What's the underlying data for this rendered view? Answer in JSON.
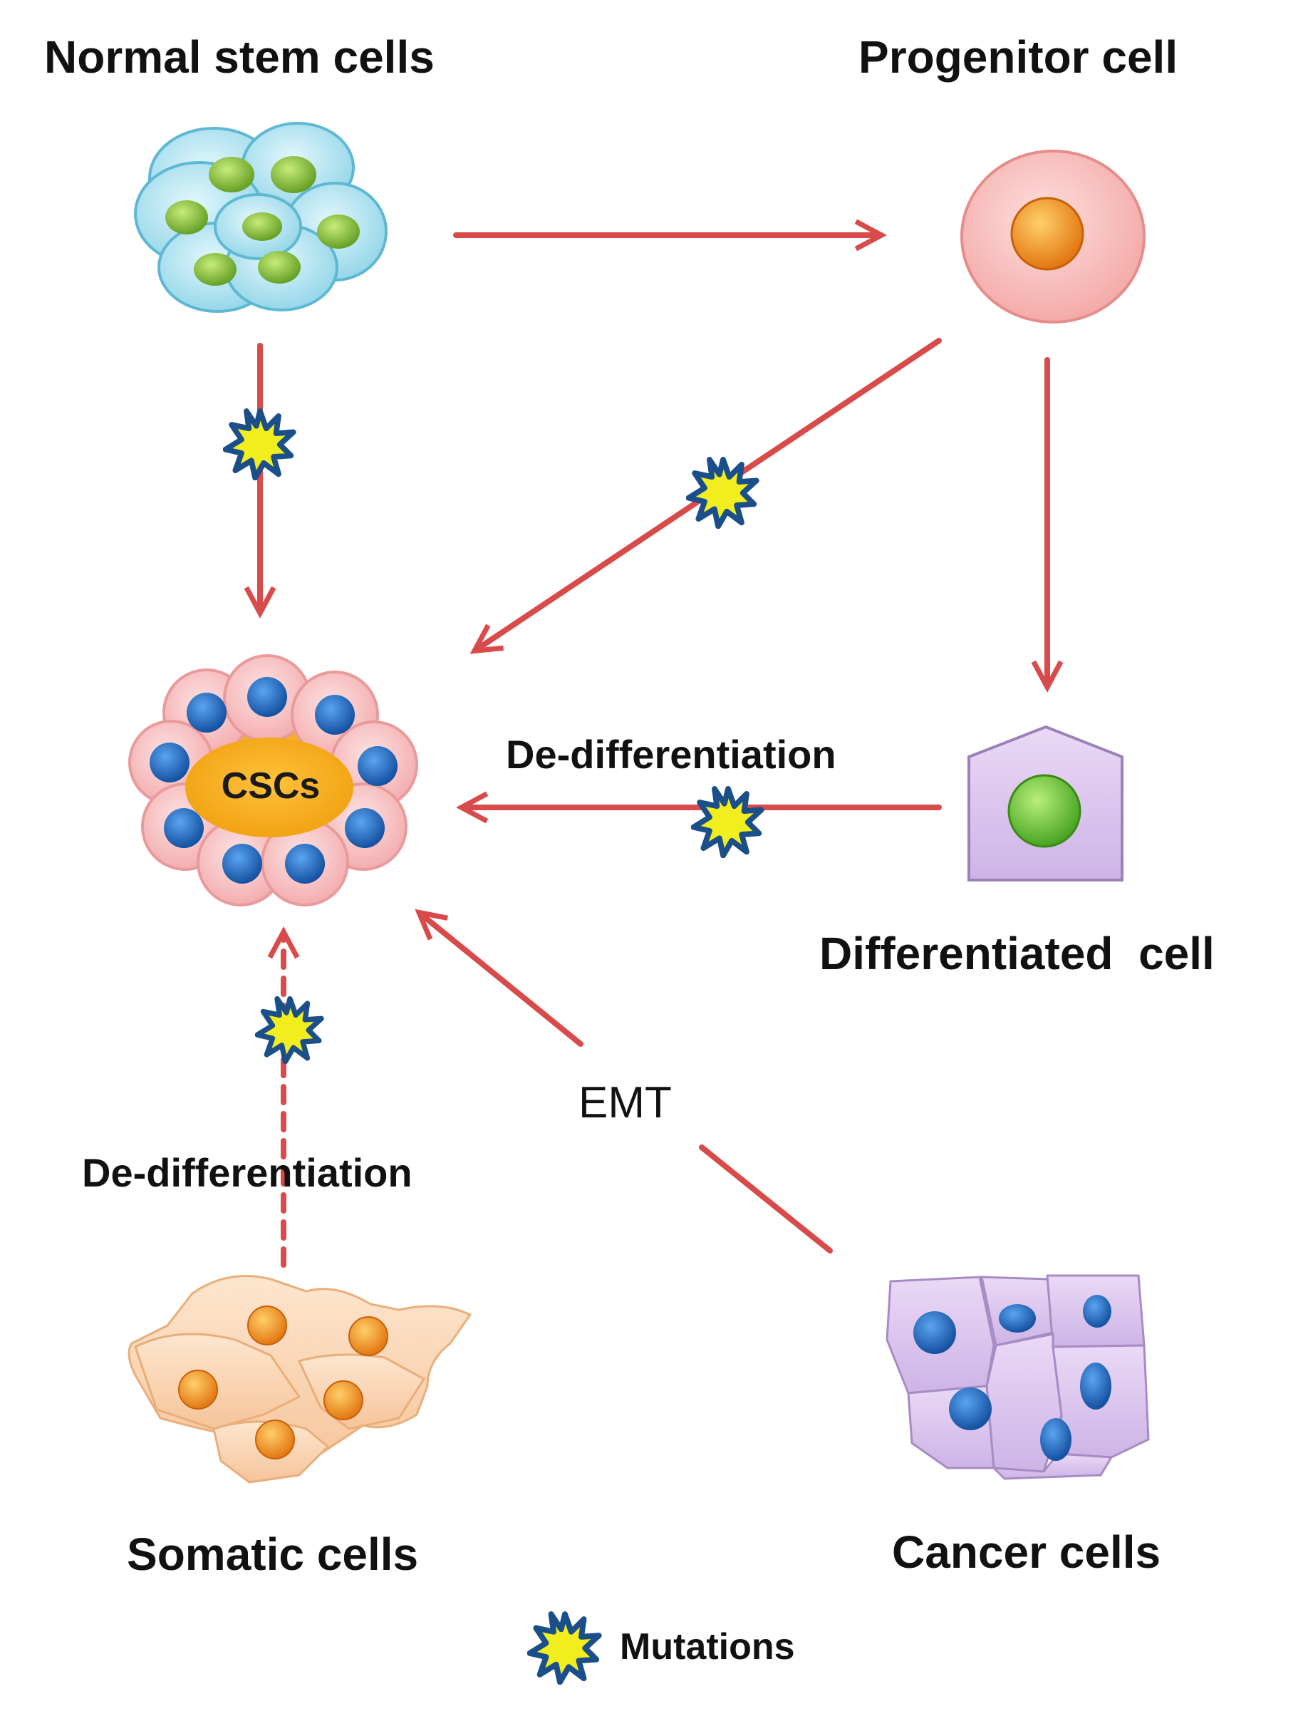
{
  "nodes": {
    "normal_stem_cells": "Normal stem cells",
    "progenitor_cell": "Progenitor cell",
    "cscs": "CSCs",
    "differentiated_cell": "Differentiated  cell",
    "somatic_cells": "Somatic cells",
    "cancer_cells": "Cancer cells"
  },
  "edges": {
    "dediff_differentiated": "De-differentiation",
    "dediff_somatic": "De-differentiation",
    "emt": "EMT"
  },
  "legend": {
    "icon": "mutation-starburst-icon",
    "label": "Mutations"
  },
  "colors": {
    "arrow": "#d94a4a",
    "stem_membrane": "#a7e0ef",
    "stem_nucleus": "#7cb82f",
    "progenitor_body": "#f6b8b6",
    "progenitor_nucleus": "#f28a12",
    "csc_core": "#f7a817",
    "csc_membrane": "#f8bcbc",
    "csc_nucleus": "#1f64b8",
    "differentiated_body": "#d9c7ea",
    "differentiated_nucleus": "#6cc23a",
    "somatic_body": "#f9d3b0",
    "somatic_nucleus": "#ef8a1c",
    "cancer_body": "#ddc9ee",
    "cancer_nucleus": "#1e64b6",
    "mutation_outline": "#1b4f8a",
    "mutation_fill": "#f2ee1e"
  }
}
